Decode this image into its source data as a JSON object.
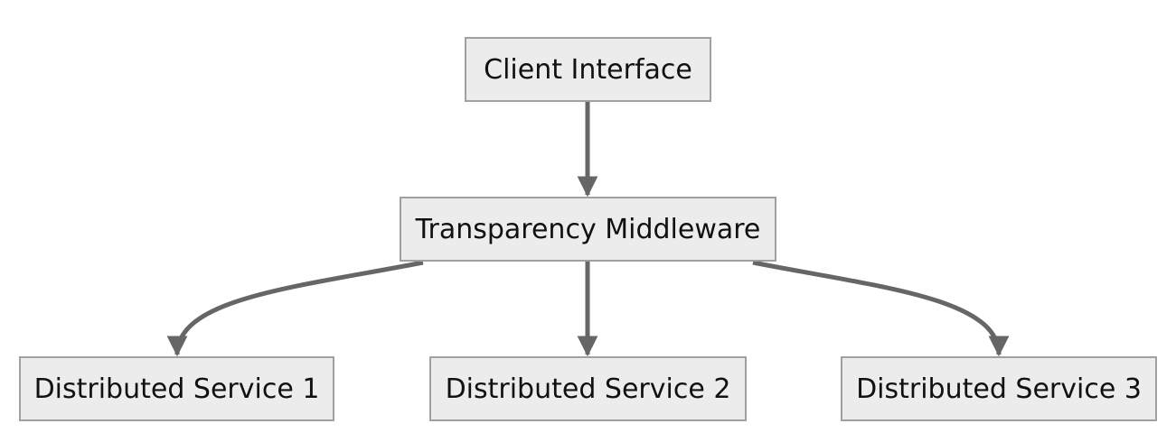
{
  "nodes": {
    "client": {
      "label": "Client Interface"
    },
    "middleware": {
      "label": "Transparency Middleware"
    },
    "service_1": {
      "label": "Distributed Service 1"
    },
    "service_2": {
      "label": "Distributed Service 2"
    },
    "service_3": {
      "label": "Distributed Service 3"
    }
  },
  "edges": [
    {
      "from": "client",
      "to": "middleware"
    },
    {
      "from": "middleware",
      "to": "service_1"
    },
    {
      "from": "middleware",
      "to": "service_2"
    },
    {
      "from": "middleware",
      "to": "service_3"
    }
  ],
  "colors": {
    "node_fill": "#ececec",
    "node_border": "#a0a0a0",
    "edge": "#666666",
    "text": "#111111"
  }
}
